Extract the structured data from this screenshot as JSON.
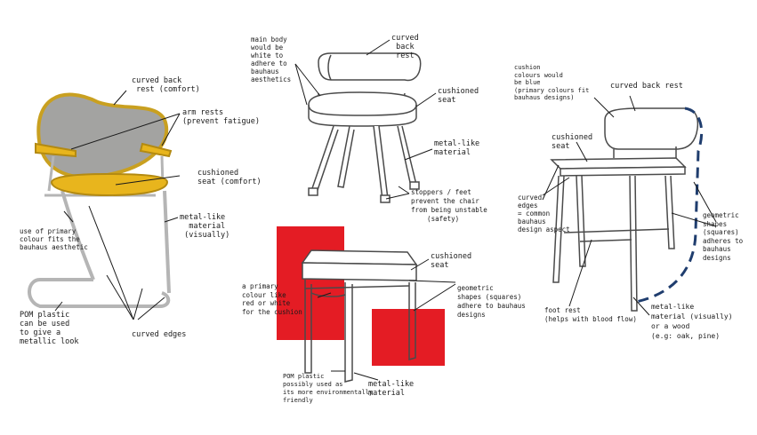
{
  "colors": {
    "primary_red": "#e41c24",
    "cushion_yellow": "#e8b51d",
    "mesh_grey": "#9c9c9a",
    "dashed_blue": "#1f3d6e",
    "ink": "#1a1a1a"
  },
  "chair1": {
    "curved_back_rest": "curved back\n rest (comfort)",
    "arm_rests": "arm rests\n(prevent fatigue)",
    "cushioned_seat": "cushioned\nseat (comfort)",
    "metal_like": "metal-like\n  material\n (visually)",
    "primary_colour": "use of primary\ncolour fits the\nbauhaus aesthetic",
    "pom_plastic": "POM plastic\ncan be used\nto give a\nmetallic look",
    "curved_edges": "curved edges"
  },
  "chair2": {
    "main_body": "main body\nwould be\nwhite to\nadhere to\nbauhaus\naesthetics",
    "curved_back_rest": "curved\n back\n rest",
    "cushioned_seat": "cushioned\nseat",
    "metal_like": "metal-like\nmaterial",
    "stoppers": "stoppers / feet\nprevent the chair\nfrom being unstable\n    (safety)"
  },
  "chair3": {
    "primary_colour": "a primary\ncolour like\nred or white\nfor the cushion",
    "cushioned_seat": "cushioned\nseat",
    "geometric": "geometric\nshapes (squares)\nadhere to bauhaus\ndesigns",
    "pom_plastic": "POM plastic\npossibly used as\nits more environmentally\nfriendly",
    "metal_like": "metal-like\nmaterial"
  },
  "chair4": {
    "cushion_colours": "cushion\ncolours would\nbe blue\n(primary colours fit\nbauhaus designs)",
    "curved_back_rest": "curved back rest",
    "cushioned_seat": "cushioned\nseat",
    "curved_edges": "curved\nedges\n= common\nbauhaus\ndesign aspect",
    "geometric": "geometric\nshapes\n(squares)\nadheres to\nbauhaus\ndesigns",
    "foot_rest": "foot rest\n(helps with blood flow)",
    "metal_like": "metal-like\nmaterial (visually)\nor a wood\n(e.g: oak, pine)"
  }
}
